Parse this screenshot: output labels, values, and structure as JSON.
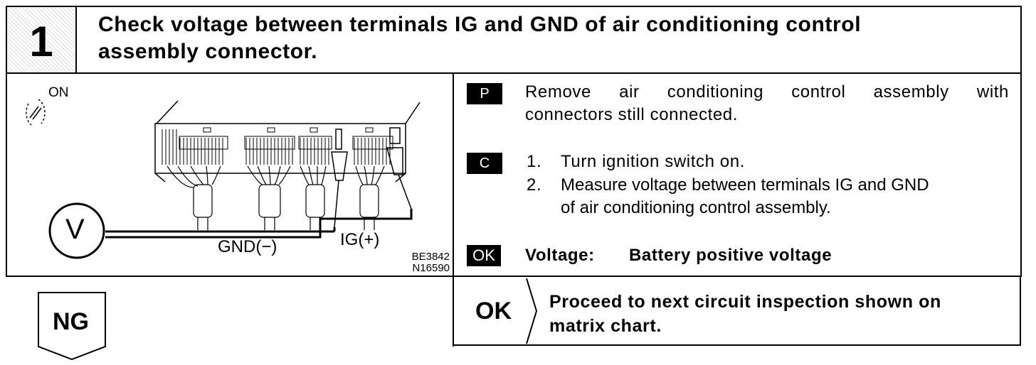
{
  "step": {
    "number": "1",
    "title_line1": "Check voltage between terminals IG and GND of air conditioning control",
    "title_line2": "assembly connector."
  },
  "diagram": {
    "switch_label": "ON",
    "meter_label": "V",
    "gnd_label": "GND(−)",
    "ig_label": "IG(+)",
    "code_line1": "BE3842",
    "code_line2": "N16590"
  },
  "procedure": {
    "prep_tag": "P",
    "prep_line1": "Remove air conditioning control assembly with",
    "prep_line2": "connectors still connected.",
    "check_tag": "C",
    "step1_num": "1.",
    "step1_text": "Turn ignition switch on.",
    "step2_num": "2.",
    "step2_line1": "Measure voltage between terminals IG and GND",
    "step2_line2": "of air conditioning control assembly.",
    "ok_tag": "OK",
    "voltage_label": "Voltage:",
    "voltage_value": "Battery positive voltage"
  },
  "result_ok": {
    "label": "OK",
    "line1": "Proceed to next circuit inspection shown on",
    "line2": "matrix chart."
  },
  "result_ng": {
    "label": "NG"
  }
}
